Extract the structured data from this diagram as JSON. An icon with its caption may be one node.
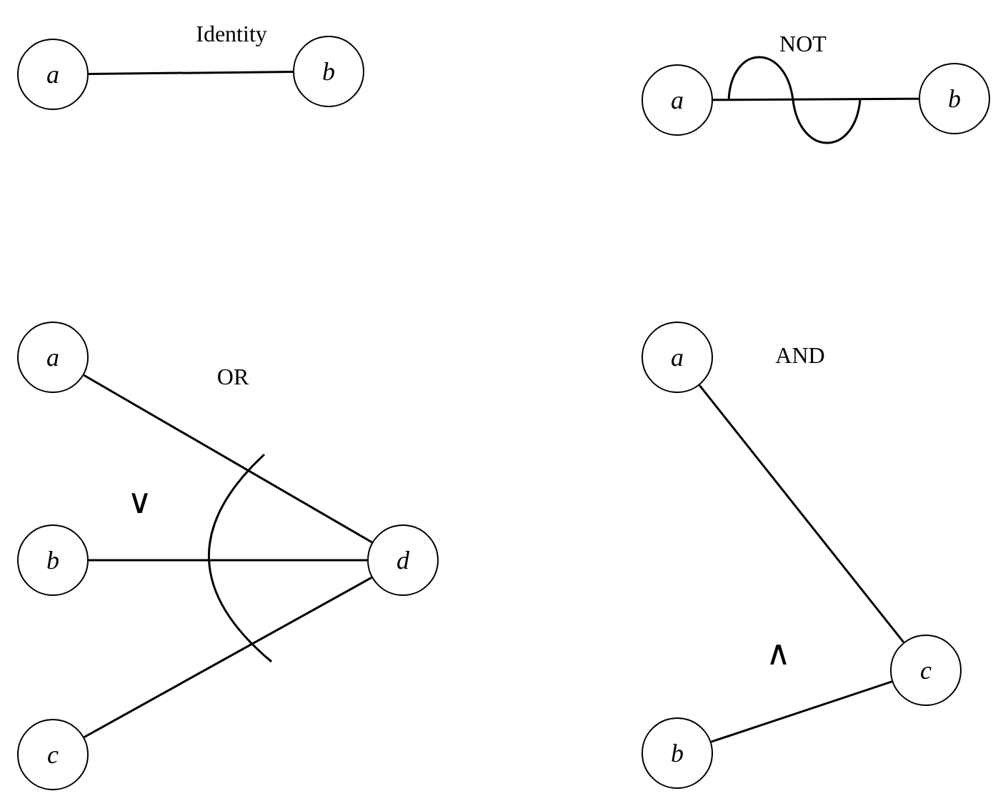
{
  "diagram": {
    "nodes": [
      {
        "text": [
          "a"
        ]
      },
      {
        "text": [
          "b"
        ]
      },
      {
        "text": [
          "a"
        ]
      },
      {
        "text": [
          "b"
        ]
      },
      {
        "text": [
          "a"
        ]
      },
      {
        "text": [
          "b"
        ]
      },
      {
        "text": [
          "c"
        ]
      },
      {
        "text": [
          "d"
        ]
      },
      {
        "text": [
          "a"
        ]
      },
      {
        "text": [
          "b"
        ]
      },
      {
        "text": [
          "c"
        ]
      }
    ],
    "edges": [
      {
        "from": 0,
        "to": 1,
        "arrow": "none"
      },
      {
        "from": 2,
        "to": 3,
        "arrow": "none"
      },
      {
        "from": 4,
        "to": 7,
        "arrow": "none"
      },
      {
        "from": 5,
        "to": 7,
        "arrow": "none"
      },
      {
        "from": 6,
        "to": 7,
        "arrow": "none"
      },
      {
        "from": 8,
        "to": 10,
        "arrow": "none"
      },
      {
        "from": 9,
        "to": 10,
        "arrow": "none"
      }
    ],
    "labels": [
      "Identity",
      "NOT",
      "OR",
      "∨",
      "AND",
      "∧"
    ]
  }
}
